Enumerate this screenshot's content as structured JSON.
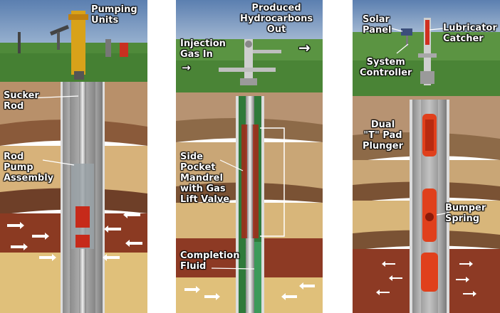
{
  "panels": [
    {
      "id": "rod-pump",
      "labels": {
        "pumping_units": "Pumping\nUnits",
        "sucker_rod": "Sucker\nRod",
        "rod_pump_assembly": "Rod\nPump\nAssembly"
      }
    },
    {
      "id": "gas-lift",
      "labels": {
        "injection_gas_in": "Injection\nGas In",
        "injection_arrow": "→",
        "produced_hydrocarbons_out": "Produced\nHydrocarbons\nOut",
        "produced_arrow": "→",
        "side_pocket_mandrel": "Side\nPocket\nMandrel\nwith Gas\nLift Valve",
        "completion_fluid": "Completion\nFluid"
      }
    },
    {
      "id": "plunger-lift",
      "labels": {
        "solar_panel": "Solar\nPanel",
        "lubricator_catcher": "Lubricator\nCatcher",
        "system_controller": "System\nController",
        "dual_t_pad_plunger": "Dual\n\"T\" Pad\nPlunger",
        "bumper_spring": "Bumper\nSpring"
      }
    }
  ],
  "colors": {
    "sky": "#6f8fb8",
    "grass": "#4f8a3a",
    "soil": "#b58f63",
    "rock_band": "#7a4a2c",
    "sand": "#d9b77a",
    "casing": "#c9c9c9",
    "plunger": "#e0401c"
  }
}
